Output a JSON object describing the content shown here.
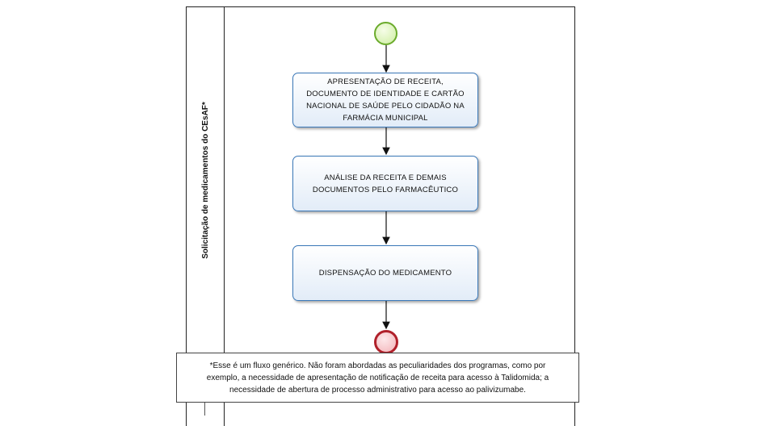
{
  "lane": {
    "label": "Solicitação de medicamentos do CEsAF*"
  },
  "tasks": [
    {
      "label": "APRESENTAÇÃO DE RECEITA, DOCUMENTO DE IDENTIDADE E CARTÃO NACIONAL DE SAÚDE PELO CIDADÃO NA FARMÁCIA MUNICIPAL"
    },
    {
      "label": "ANÁLISE DA RECEITA E DEMAIS DOCUMENTOS PELO FARMACÊUTICO"
    },
    {
      "label": "DISPENSAÇÃO DO MEDICAMENTO"
    }
  ],
  "events": {
    "start_color": "#6bab2c",
    "end_color": "#b0202a"
  },
  "note": {
    "text": "*Esse é um fluxo genérico. Não foram abordadas as peculiaridades dos programas, como por exemplo, a necessidade de apresentação de notificação de receita para acesso à Talidomida; a necessidade de abertura de processo administrativo para acesso ao palivizumabe."
  }
}
